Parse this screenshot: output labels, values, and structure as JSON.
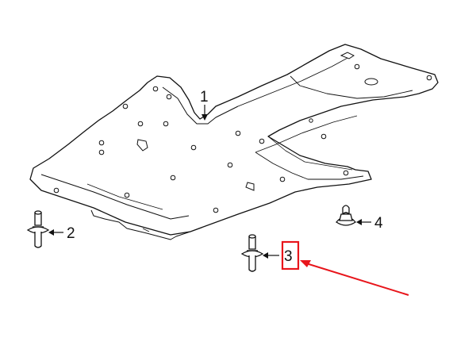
{
  "callouts": {
    "part1": "1",
    "part2": "2",
    "part3": "3",
    "part4": "4"
  },
  "colors": {
    "line": "#111111",
    "plate_fill": "#ffffff",
    "highlight": "#e8151b"
  }
}
